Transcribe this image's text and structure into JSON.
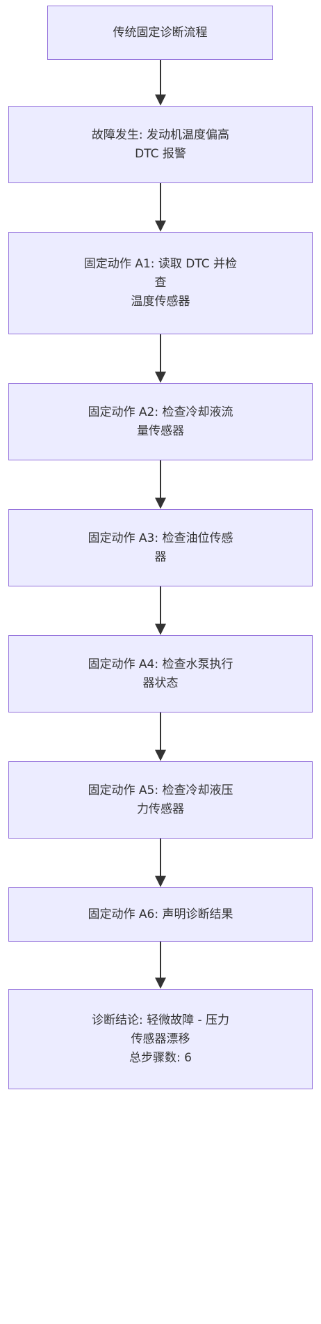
{
  "flowchart": {
    "nodes": [
      {
        "id": "start",
        "lines": [
          "传统固定诊断流程"
        ]
      },
      {
        "id": "fault",
        "lines": [
          "故障发生: 发动机温度偏高",
          "DTC 报警"
        ]
      },
      {
        "id": "a1",
        "lines": [
          "固定动作 A1: 读取 DTC 并检",
          "查",
          "温度传感器"
        ]
      },
      {
        "id": "a2",
        "lines": [
          "固定动作 A2: 检查冷却液流",
          "量传感器"
        ]
      },
      {
        "id": "a3",
        "lines": [
          "固定动作 A3: 检查油位传感",
          "器"
        ]
      },
      {
        "id": "a4",
        "lines": [
          "固定动作 A4: 检查水泵执行",
          "器状态"
        ]
      },
      {
        "id": "a5",
        "lines": [
          "固定动作 A5: 检查冷却液压",
          "力传感器"
        ]
      },
      {
        "id": "a6",
        "lines": [
          "固定动作 A6: 声明诊断结果"
        ]
      },
      {
        "id": "conclusion",
        "lines": [
          "诊断结论: 轻微故障 - 压力",
          "传感器漂移",
          "总步骤数: 6"
        ]
      }
    ],
    "colors": {
      "node_fill": "#ececff",
      "node_border": "#9370db",
      "edge": "#333333",
      "text": "#333333"
    }
  }
}
